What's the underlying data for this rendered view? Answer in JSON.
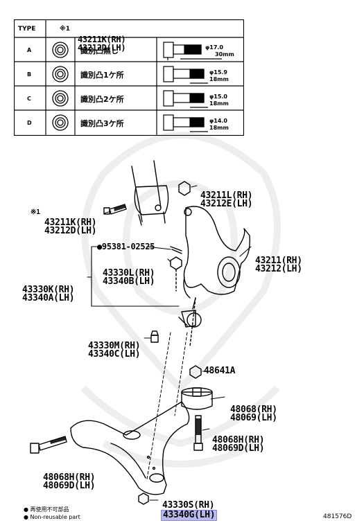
{
  "table": {
    "header_type": "TYPE",
    "header_mark": "※1",
    "header_part_rh": "43211K(RH)",
    "header_part_lh": "43212D(LH)",
    "rows": [
      {
        "type": "A",
        "desc": "識別凸無し",
        "diameter": "φ17.0",
        "length": "30mm"
      },
      {
        "type": "B",
        "desc": "識別凸1ケ所",
        "diameter": "φ15.9",
        "length": "18mm"
      },
      {
        "type": "C",
        "desc": "識別凸2ケ所",
        "diameter": "φ15.0",
        "length": "18mm"
      },
      {
        "type": "D",
        "desc": "識別凸3ケ所",
        "diameter": "φ14.0",
        "length": "18mm"
      }
    ]
  },
  "parts": {
    "p43211L": [
      "43211L(RH)",
      "43212E(LH)"
    ],
    "p43211K": [
      "43211K(RH)",
      "43212D(LH)"
    ],
    "p43211K_mark": "※1",
    "p95381": "●95381-02525",
    "p43330L": [
      "43330L(RH)",
      "43340B(LH)"
    ],
    "p43330K": [
      "43330K(RH)",
      "43340A(LH)"
    ],
    "p43211": [
      "43211(RH)",
      "43212(LH)"
    ],
    "p43330M": [
      "43330M(RH)",
      "43340C(LH)"
    ],
    "p48641A": "48641A",
    "p48068": [
      "48068(RH)",
      "48069(LH)"
    ],
    "p48068H_right": [
      "48068H(RH)",
      "48069D(LH)"
    ],
    "p48068H_left": [
      "48068H(RH)",
      "48069D(LH)"
    ],
    "p43330S": [
      "43330S(RH)",
      "43340G(LH)"
    ]
  },
  "legend": {
    "line1": "● 再使用不可部品",
    "line2": "● Non-reusable part"
  },
  "diagram_number": "481576D",
  "colors": {
    "highlight": "#b9b9ee",
    "ink": "#000000",
    "watermark": "#eeeeee"
  }
}
